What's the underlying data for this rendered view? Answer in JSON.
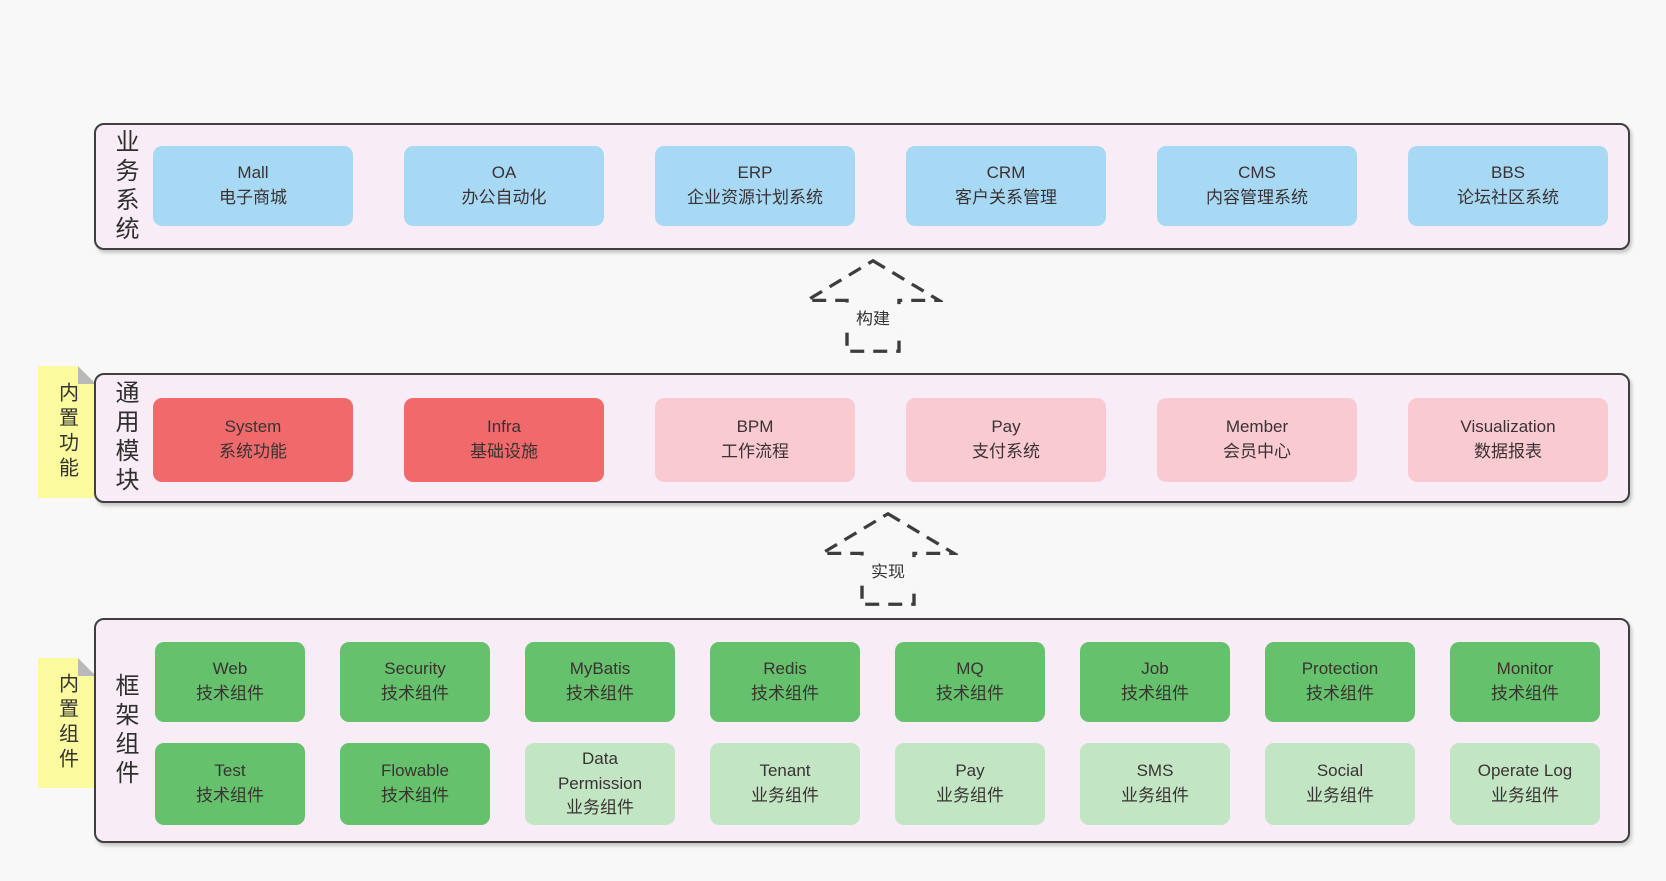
{
  "diagram": {
    "bands": [
      {
        "title": "业务系统",
        "boxes": [
          {
            "name": "Mall",
            "desc": "电子商城"
          },
          {
            "name": "OA",
            "desc": "办公自动化"
          },
          {
            "name": "ERP",
            "desc": "企业资源计划系统"
          },
          {
            "name": "CRM",
            "desc": "客户关系管理"
          },
          {
            "name": "CMS",
            "desc": "内容管理系统"
          },
          {
            "name": "BBS",
            "desc": "论坛社区系统"
          }
        ]
      },
      {
        "title": "通用模块",
        "sticky": "内置功能",
        "boxes": [
          {
            "name": "System",
            "desc": "系统功能"
          },
          {
            "name": "Infra",
            "desc": "基础设施"
          },
          {
            "name": "BPM",
            "desc": "工作流程"
          },
          {
            "name": "Pay",
            "desc": "支付系统"
          },
          {
            "name": "Member",
            "desc": "会员中心"
          },
          {
            "name": "Visualization",
            "desc": "数据报表"
          }
        ]
      },
      {
        "title": "框架组件",
        "sticky": "内置组件",
        "rows": [
          [
            {
              "name": "Web",
              "desc": "技术组件"
            },
            {
              "name": "Security",
              "desc": "技术组件"
            },
            {
              "name": "MyBatis",
              "desc": "技术组件"
            },
            {
              "name": "Redis",
              "desc": "技术组件"
            },
            {
              "name": "MQ",
              "desc": "技术组件"
            },
            {
              "name": "Job",
              "desc": "技术组件"
            },
            {
              "name": "Protection",
              "desc": "技术组件"
            },
            {
              "name": "Monitor",
              "desc": "技术组件"
            }
          ],
          [
            {
              "name": "Test",
              "desc": "技术组件"
            },
            {
              "name": "Flowable",
              "desc": "技术组件"
            },
            {
              "name": "Data Permission",
              "desc": "业务组件"
            },
            {
              "name": "Tenant",
              "desc": "业务组件"
            },
            {
              "name": "Pay",
              "desc": "业务组件"
            },
            {
              "name": "SMS",
              "desc": "业务组件"
            },
            {
              "name": "Social",
              "desc": "业务组件"
            },
            {
              "name": "Operate Log",
              "desc": "业务组件"
            }
          ]
        ]
      }
    ],
    "arrows": [
      {
        "label": "构建"
      },
      {
        "label": "实现"
      }
    ],
    "colors": {
      "page_bg": "#f8f8f8",
      "band_bg": "#f8edf6",
      "band_border": "#3f3f3f",
      "box_blue": "#a7d9f5",
      "box_red": "#f06a6b",
      "box_pink": "#facad3",
      "box_green": "#65c16c",
      "box_green_light": "#c2e6c3",
      "sticky_yellow": "#fbfa9e",
      "fold_gray": "#b9b9b9",
      "arrow": "#3d3d3d"
    }
  }
}
